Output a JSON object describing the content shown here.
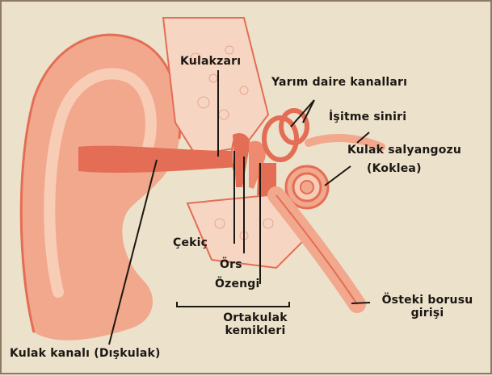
{
  "colors": {
    "paper": "#ece1cb",
    "tissue": "#f2a88d",
    "tissue_light": "#f8cdb6",
    "tissue_dark": "#e46d55",
    "bone": "#f6d6c2",
    "line": "#1c1712"
  },
  "labels": {
    "kulakzari": "Kulakzarı",
    "yarim_daire": "Yarım daire kanalları",
    "isitme_siniri": "İşitme siniri",
    "kulak_salyangozu": "Kulak salyangozu",
    "koklea": "(Koklea)",
    "cekic": "Çekiç",
    "ors": "Örs",
    "ozengi": "Özengi",
    "ortakulak_line1": "Ortakulak",
    "ortakulak_line2": "kemikleri",
    "osteki_line1": "Östeki borusu",
    "osteki_line2": "girişi",
    "kulak_kanali": "Kulak kanalı (Dışkulak)"
  }
}
